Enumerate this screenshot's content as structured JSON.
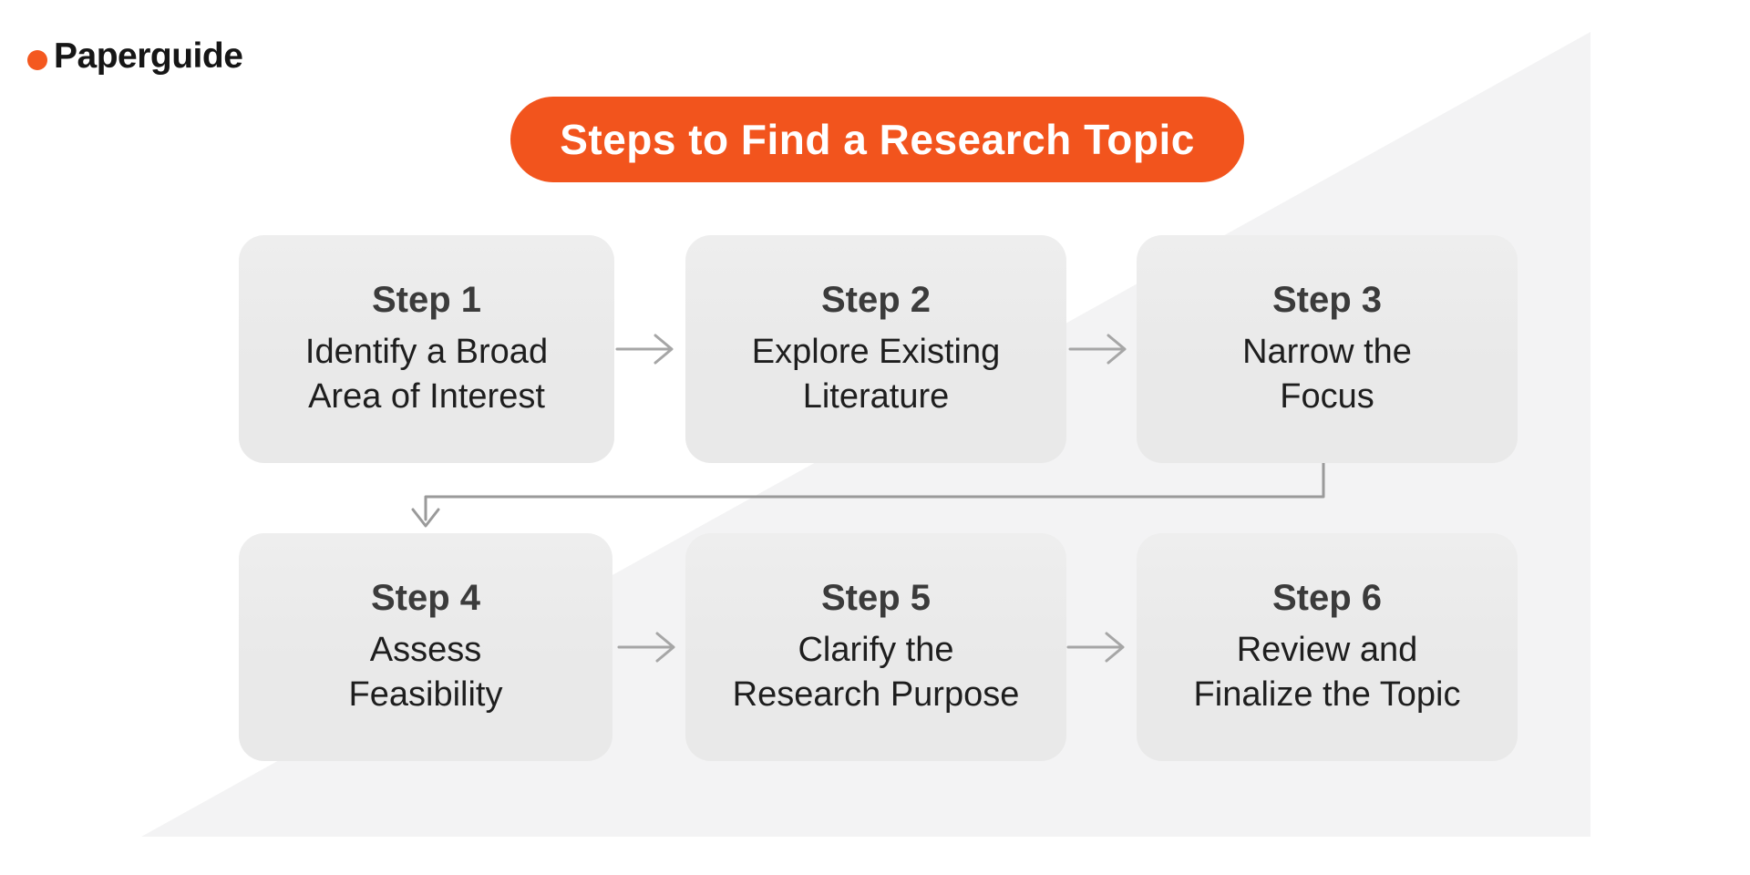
{
  "logo": {
    "text": "Paperguide"
  },
  "banner": {
    "title": "Steps to Find a Research Topic"
  },
  "steps": [
    {
      "label": "Step 1",
      "line1": "Identify a Broad",
      "line2": "Area of Interest"
    },
    {
      "label": "Step 2",
      "line1": "Explore Existing",
      "line2": "Literature"
    },
    {
      "label": "Step 3",
      "line1": "Narrow the",
      "line2": "Focus"
    },
    {
      "label": "Step 4",
      "line1": "Assess",
      "line2": "Feasibility"
    },
    {
      "label": "Step 5",
      "line1": "Clarify the",
      "line2": "Research Purpose"
    },
    {
      "label": "Step 6",
      "line1": "Review and",
      "line2": "Finalize the Topic"
    }
  ],
  "icons": {
    "flow_arrows": "arrow-right-icon",
    "elbow": "elbow-connector-arrow-down-icon"
  },
  "colors": {
    "accent_orange": "#F2541D",
    "logo_dot": "#F4581F",
    "box_bg": "#E9E9E9",
    "arrow_gray": "#A6A6A6",
    "connector_gray": "#9A9A9A",
    "bg_triangle": "#F3F3F4",
    "step_label_color": "#3B3B3B",
    "step_text_color": "#1E1E1E"
  }
}
